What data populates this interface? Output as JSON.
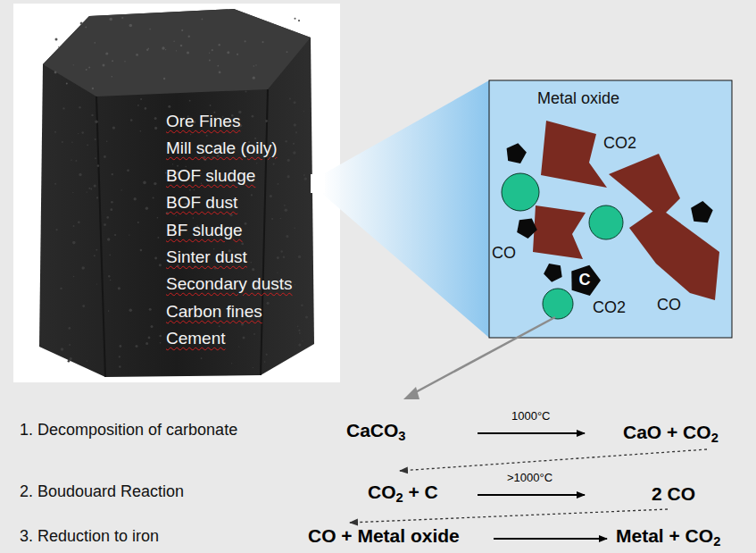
{
  "diagram": {
    "nodes": [
      {
        "text": [
          "Ore Fines",
          "Mill scale (oily)",
          "BOF sludge",
          "BOF dust",
          "BF sludge",
          "Sinter dust",
          "Secondary dusts",
          "Carbon fines",
          "Cement"
        ]
      },
      {
        "text": [
          "Metal oxide",
          "CO2",
          "CO",
          "CO2",
          "CO"
        ]
      },
      {
        "text": [
          "C"
        ],
        "in": 1
      }
    ],
    "labels": [
      "1. Decomposition of carbonate",
      "CaCO3",
      "1000°C",
      "CaO + CO2",
      "2. Boudouard Reaction",
      "CO2 + C",
      ">1000°C",
      "2 CO",
      "3. Reduction to iron",
      "CO + Metal oxide",
      "Metal + CO2"
    ]
  }
}
